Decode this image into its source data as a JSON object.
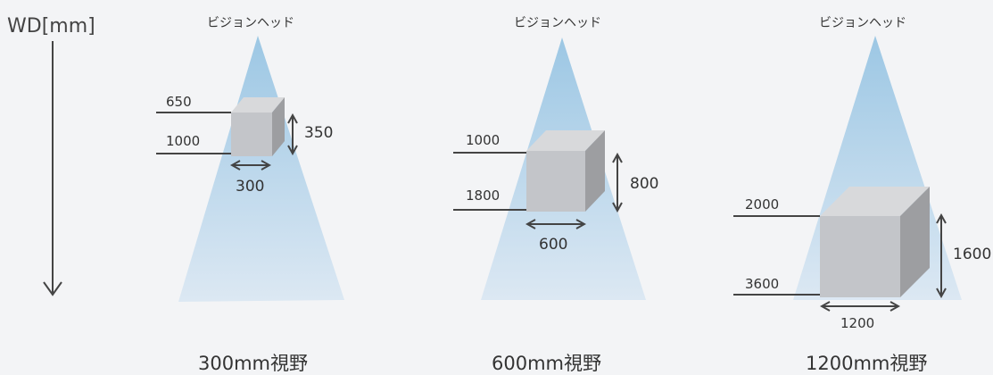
{
  "axis_label": "WD[mm]",
  "panels": [
    {
      "head": "ビジョンヘッド",
      "wd_near": "650",
      "wd_far": "1000",
      "depth": "350",
      "width": "300",
      "caption": "300mm視野"
    },
    {
      "head": "ビジョンヘッド",
      "wd_near": "1000",
      "wd_far": "1800",
      "depth": "800",
      "width": "600",
      "caption": "600mm視野"
    },
    {
      "head": "ビジョンヘッド",
      "wd_near": "2000",
      "wd_far": "3600",
      "depth": "1600",
      "width": "1200",
      "caption": "1200mm視野"
    }
  ],
  "colors": {
    "cone_top": "#9cc7e4",
    "cone_bottom": "#dbe7f2",
    "cube_front": "#c2c4c8",
    "cube_top": "#d8d9db",
    "cube_side": "#9b9c9f",
    "line": "#444444"
  }
}
